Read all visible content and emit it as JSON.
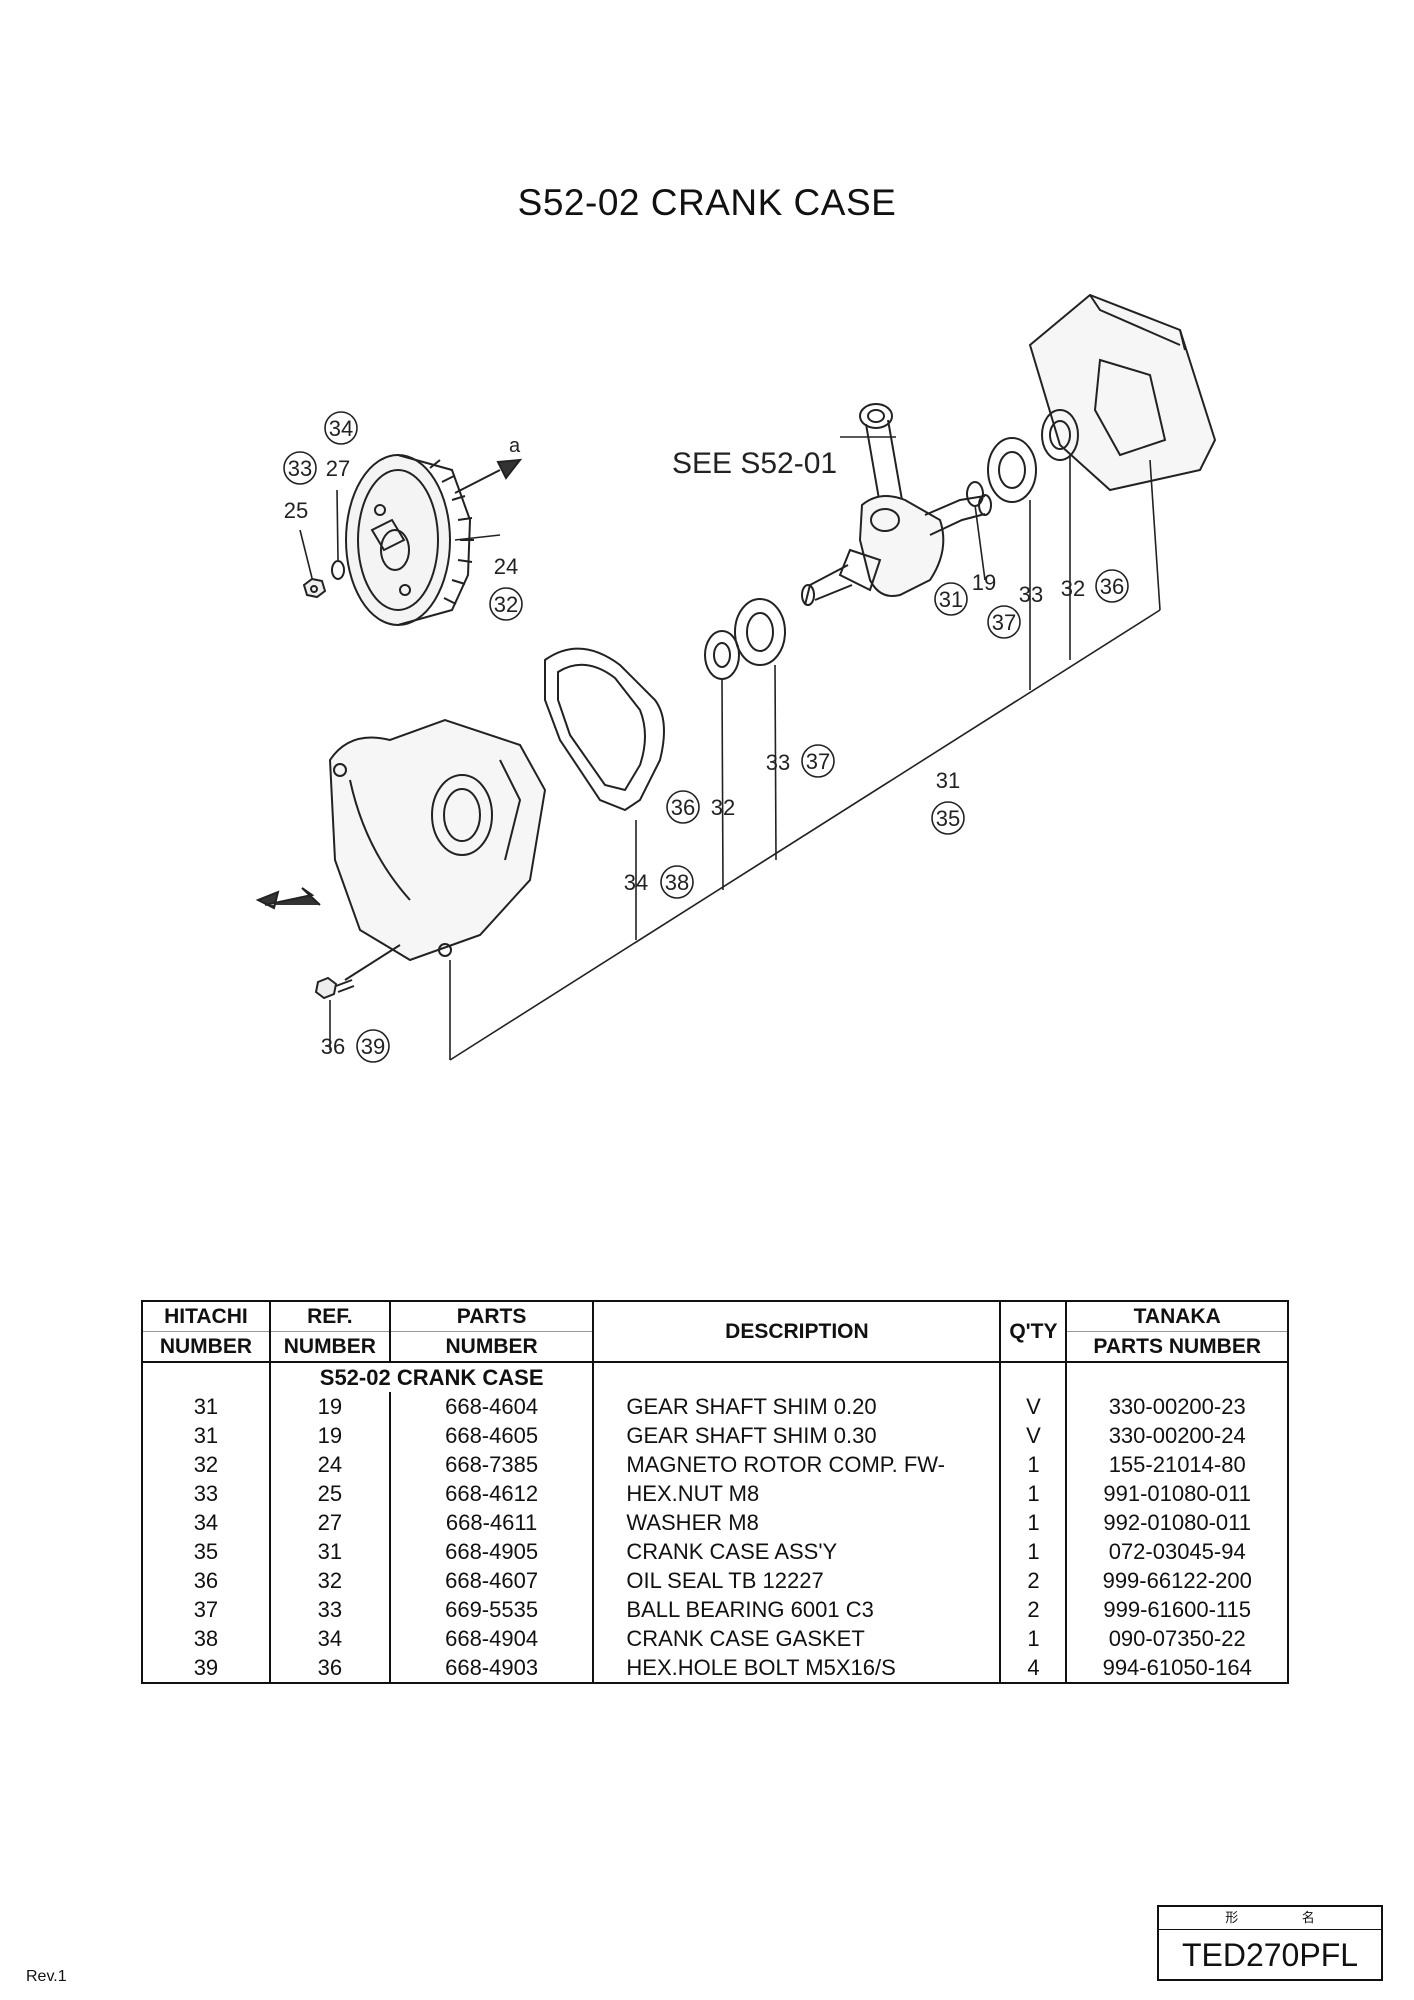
{
  "page": {
    "title": "S52-02 CRANK CASE",
    "revision": "Rev.1",
    "model_label": "形 名",
    "model": "TED270PFL"
  },
  "diagram": {
    "see_reference": "SEE S52-01",
    "arrow_label": "a",
    "callouts": {
      "c34_top": "34",
      "c33_top": "33",
      "c27": "27",
      "c25": "25",
      "c24": "24",
      "c32_left": "32",
      "c31_right": "31",
      "c19": "19",
      "c37_right": "37",
      "c33_right": "33",
      "c32_right": "32",
      "c36_right": "36",
      "c33_mid": "33",
      "c37_mid": "37",
      "c31_mid": "31",
      "c35_mid": "35",
      "c36_mid": "36",
      "c32_mid": "32",
      "c34_bot": "34",
      "c38_bot": "38",
      "c36_bolt": "36",
      "c39_bolt": "39"
    }
  },
  "table": {
    "headers": {
      "hitachi_1": "HITACHI",
      "hitachi_2": "NUMBER",
      "ref_1": "REF.",
      "ref_2": "NUMBER",
      "parts_1": "PARTS",
      "parts_2": "NUMBER",
      "description": "DESCRIPTION",
      "qty": "Q'TY",
      "tanaka_1": "TANAKA",
      "tanaka_2": "PARTS NUMBER"
    },
    "section_title": "S52-02 CRANK CASE",
    "rows": [
      {
        "hitachi": "31",
        "ref": "19",
        "parts": "668-4604",
        "description": "GEAR SHAFT SHIM 0.20",
        "qty": "V",
        "tanaka": "330-00200-23"
      },
      {
        "hitachi": "31",
        "ref": "19",
        "parts": "668-4605",
        "description": "GEAR SHAFT SHIM 0.30",
        "qty": "V",
        "tanaka": "330-00200-24"
      },
      {
        "hitachi": "32",
        "ref": "24",
        "parts": "668-7385",
        "description": "MAGNETO ROTOR COMP. FW-",
        "qty": "1",
        "tanaka": "155-21014-80"
      },
      {
        "hitachi": "33",
        "ref": "25",
        "parts": "668-4612",
        "description": "HEX.NUT M8",
        "qty": "1",
        "tanaka": "991-01080-011"
      },
      {
        "hitachi": "34",
        "ref": "27",
        "parts": "668-4611",
        "description": "WASHER M8",
        "qty": "1",
        "tanaka": "992-01080-011"
      },
      {
        "hitachi": "35",
        "ref": "31",
        "parts": "668-4905",
        "description": "CRANK CASE ASS'Y",
        "qty": "1",
        "tanaka": "072-03045-94"
      },
      {
        "hitachi": "36",
        "ref": "32",
        "parts": "668-4607",
        "description": "OIL SEAL TB 12227",
        "qty": "2",
        "tanaka": "999-66122-200"
      },
      {
        "hitachi": "37",
        "ref": "33",
        "parts": "669-5535",
        "description": "BALL BEARING 6001 C3",
        "qty": "2",
        "tanaka": "999-61600-115"
      },
      {
        "hitachi": "38",
        "ref": "34",
        "parts": "668-4904",
        "description": "CRANK CASE GASKET",
        "qty": "1",
        "tanaka": "090-07350-22"
      },
      {
        "hitachi": "39",
        "ref": "36",
        "parts": "668-4903",
        "description": "HEX.HOLE BOLT M5X16/S",
        "qty": "4",
        "tanaka": "994-61050-164"
      }
    ]
  }
}
